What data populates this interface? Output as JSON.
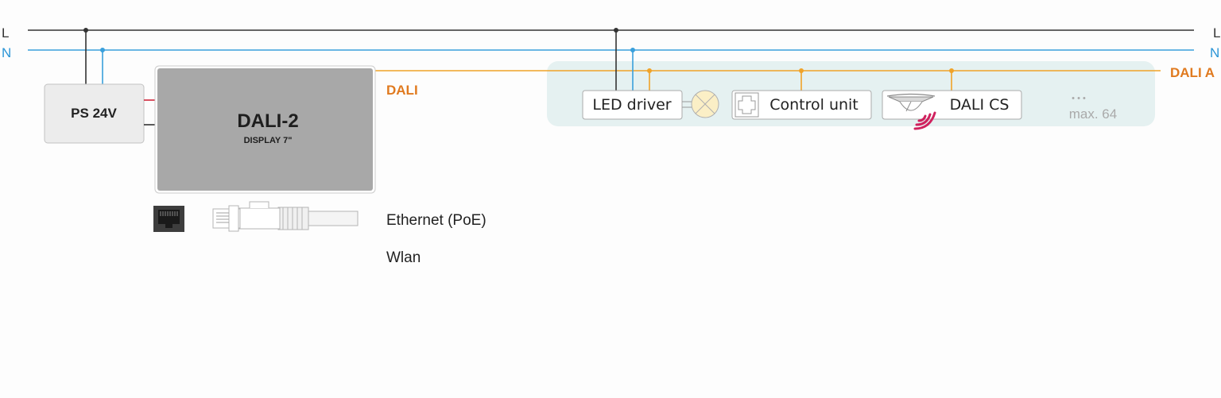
{
  "lines": {
    "l_left": "L",
    "l_right": "L",
    "n_left": "N",
    "n_right": "N",
    "dali_bus_right": "DALI A",
    "dali_output": "DALI"
  },
  "devices": {
    "power_supply": "PS 24V",
    "controller_title": "DALI-2",
    "controller_subtitle": "DISPLAY 7\"",
    "led_driver": "LED driver",
    "control_unit": "Control unit",
    "dali_cs": "DALI CS",
    "more_dots": "• • •",
    "max_count": "max. 64"
  },
  "interfaces": {
    "ethernet": "Ethernet (PoE)",
    "wlan": "Wlan"
  },
  "colors": {
    "l_line": "#333333",
    "n_line": "#3aa0dc",
    "dali_line": "#f0a328",
    "dali_text": "#e07a1f",
    "n_text": "#2b95d6",
    "group_bg": "#e5f1f1",
    "controller_fill": "#a8a8a8",
    "ps_fill": "#ececec",
    "sensor_waves": "#d0215e",
    "lamp_fill": "#fbefc6",
    "muted_text": "#aaaaaa"
  }
}
